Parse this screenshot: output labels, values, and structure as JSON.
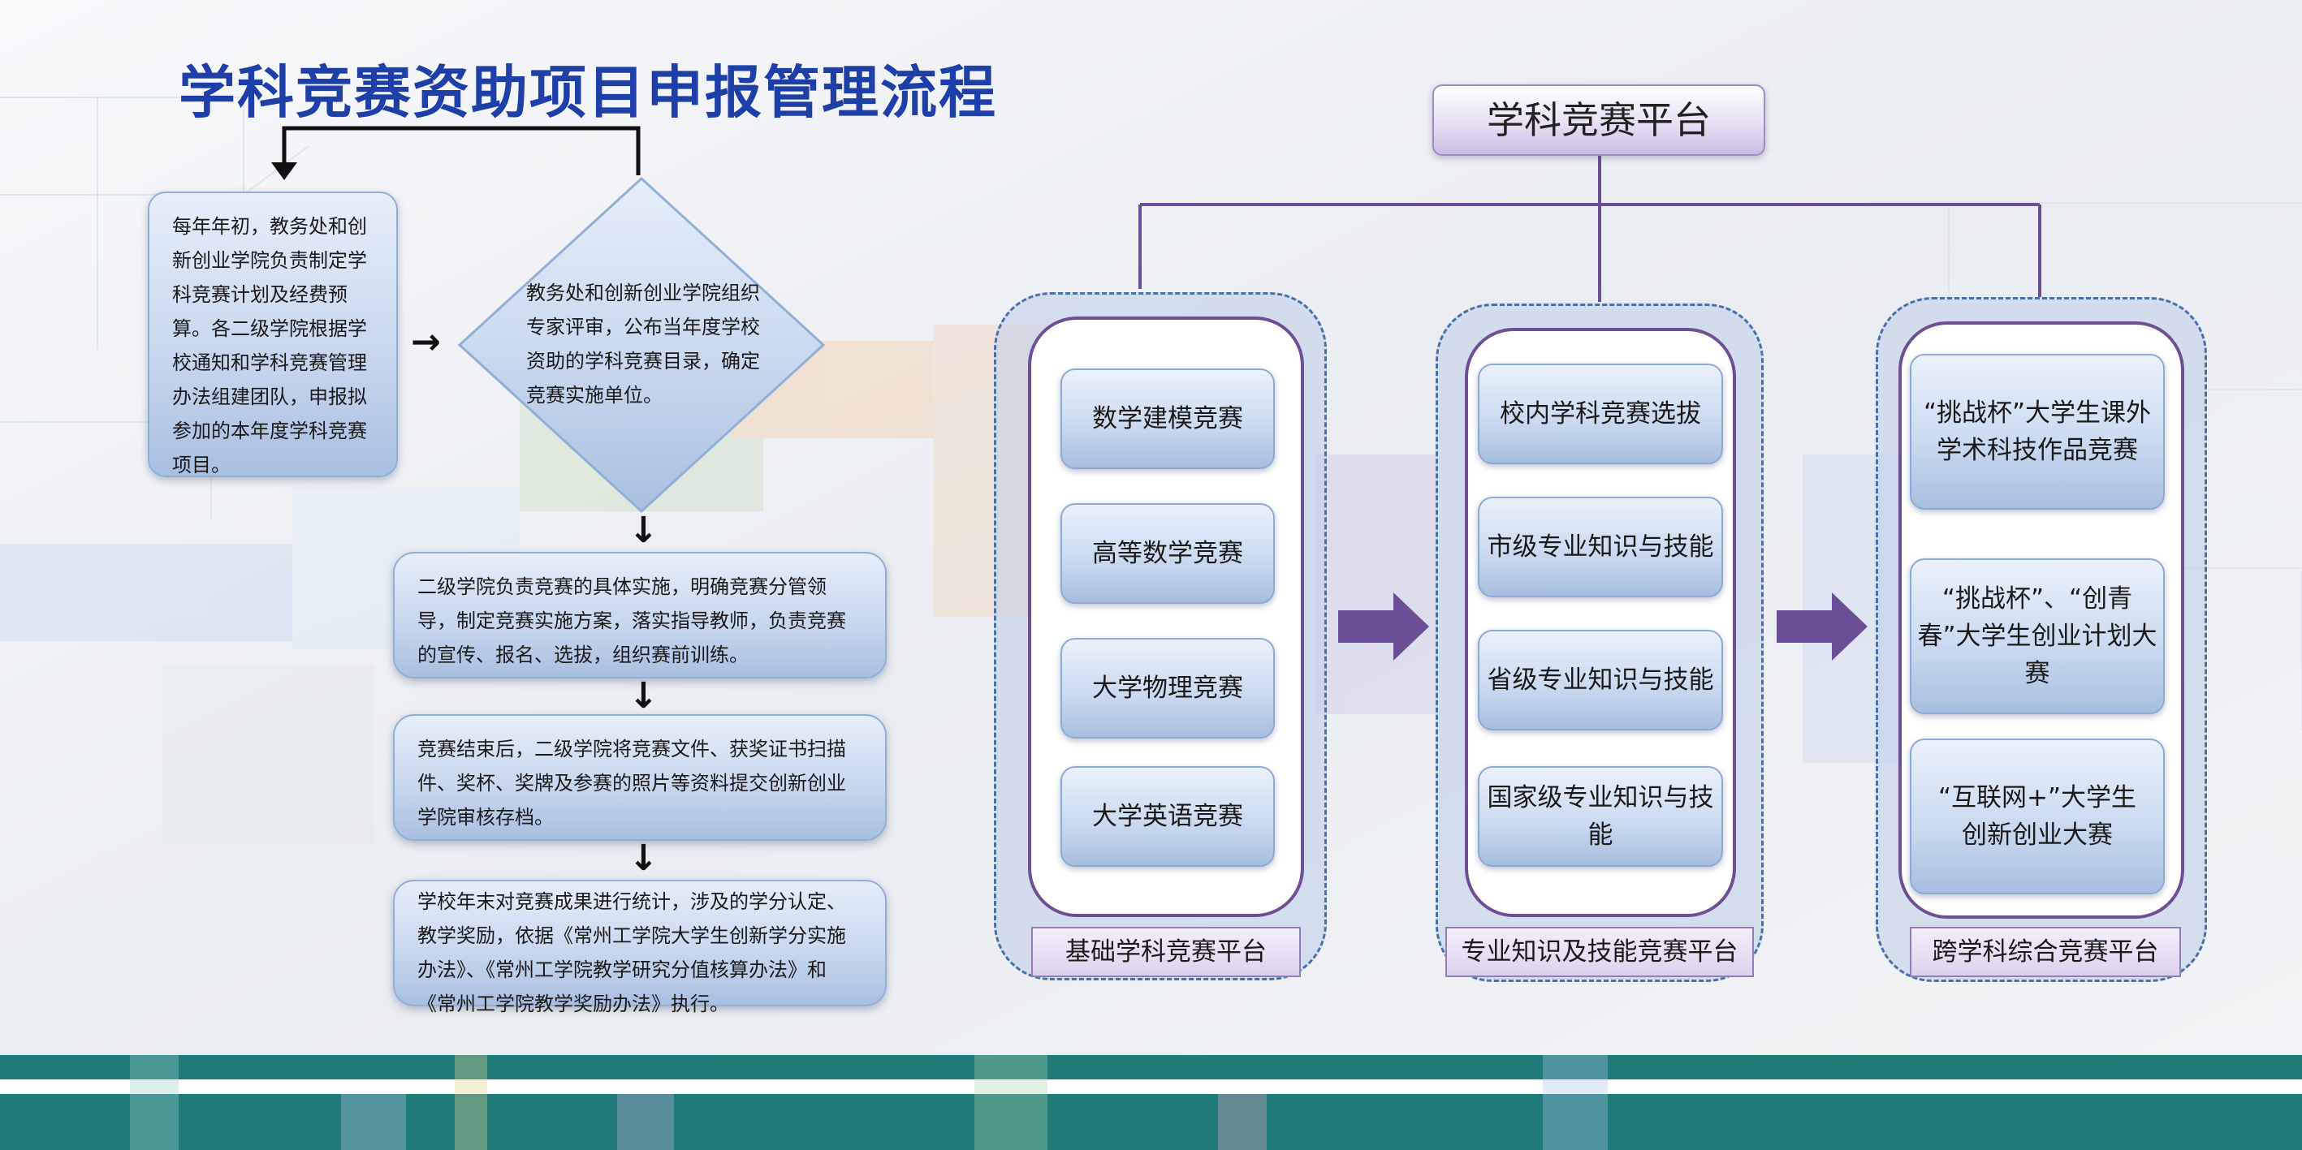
{
  "title": "学科竞赛资助项目申报管理流程",
  "flow": {
    "step1": "每年年初，教务处和创新创业学院负责制定学科竞赛计划及经费预算。各二级学院根据学校通知和学科竞赛管理办法组建团队，申报拟参加的本年度学科竞赛项目。",
    "step2": "教务处和创新创业学院组织专家评审，公布当年度学校资助的学科竞赛目录，确定竞赛实施单位。",
    "step3": "二级学院负责竞赛的具体实施，明确竞赛分管领导，制定竞赛实施方案，落实指导教师，负责竞赛的宣传、报名、选拔，组织赛前训练。",
    "step4": "竞赛结束后，二级学院将竞赛文件、获奖证书扫描件、奖杯、奖牌及参赛的照片等资料提交创新创业学院审核存档。",
    "step5": "学校年末对竞赛成果进行统计，涉及的学分认定、教学奖励，依据《常州工学院大学生创新学分实施办法》、《常州工学院教学研究分值核算办法》和《常州工学院教学奖励办法》执行。"
  },
  "platform": {
    "root": "学科竞赛平台",
    "basic": {
      "label": "基础学科竞赛平台",
      "items": [
        "数学建模竞赛",
        "高等数学竞赛",
        "大学物理竞赛",
        "大学英语竞赛"
      ]
    },
    "professional": {
      "label": "专业知识及技能竞赛平台",
      "items": [
        "校内学科竞赛选拔",
        "市级专业知识与技能",
        "省级专业知识与技能",
        "国家级专业知识与技能"
      ]
    },
    "cross": {
      "label": "跨学科综合竞赛平台",
      "items": [
        "“挑战杯”大学生课外学术科技作品竞赛",
        "“挑战杯”、“创青春”大学生创业计划大赛",
        "“互联网+”大学生创新创业大赛"
      ]
    }
  },
  "colors": {
    "title": "#1f3fa8",
    "arrow_purple": "#6b4f96",
    "teal_band": "#1f7a78"
  }
}
